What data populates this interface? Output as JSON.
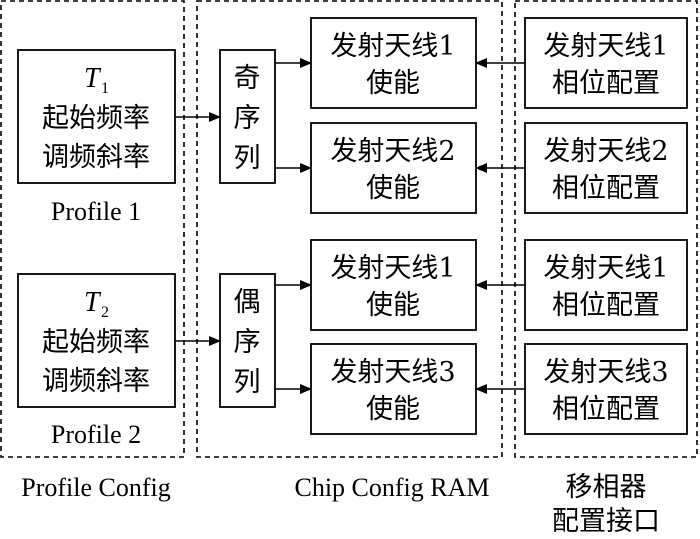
{
  "profiles": [
    {
      "symbol": "T",
      "subscript": "1",
      "line1": "起始频率",
      "line2": "调频斜率",
      "name": "Profile 1"
    },
    {
      "symbol": "T",
      "subscript": "2",
      "line1": "起始频率",
      "line2": "调频斜率",
      "name": "Profile 2"
    }
  ],
  "sequences": [
    {
      "chars": [
        "奇",
        "序",
        "列"
      ]
    },
    {
      "chars": [
        "偶",
        "序",
        "列"
      ]
    }
  ],
  "enables": [
    {
      "line1": "发射天线1",
      "line2": "使能"
    },
    {
      "line1": "发射天线2",
      "line2": "使能"
    },
    {
      "line1": "发射天线1",
      "line2": "使能"
    },
    {
      "line1": "发射天线3",
      "line2": "使能"
    }
  ],
  "phases": [
    {
      "line1": "发射天线1",
      "line2": "相位配置"
    },
    {
      "line1": "发射天线2",
      "line2": "相位配置"
    },
    {
      "line1": "发射天线1",
      "line2": "相位配置"
    },
    {
      "line1": "发射天线3",
      "line2": "相位配置"
    }
  ],
  "labels": {
    "profile_config": "Profile Config",
    "chip_config_ram": "Chip Config RAM",
    "phase_shifter_line1": "移相器",
    "phase_shifter_line2": "配置接口"
  }
}
